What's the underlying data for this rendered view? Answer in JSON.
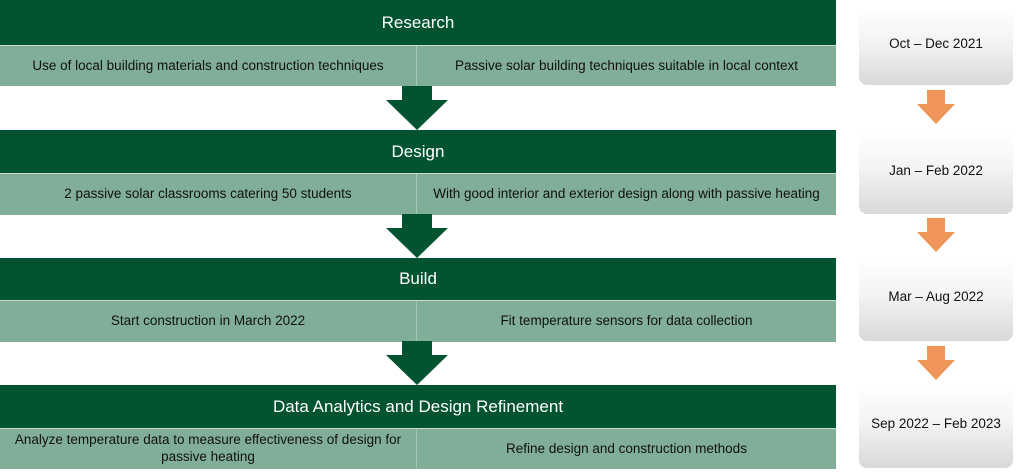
{
  "stages": [
    {
      "title": "Research",
      "left": "Use of local building materials and construction techniques",
      "right": "Passive solar building techniques suitable in local context",
      "date": "Oct – Dec 2021"
    },
    {
      "title": "Design",
      "left": "2 passive solar classrooms catering 50 students",
      "right": "With good interior and exterior design along with passive heating",
      "date": "Jan – Feb 2022"
    },
    {
      "title": "Build",
      "left": "Start construction in March 2022",
      "right": "Fit temperature sensors for data collection",
      "date": "Mar – Aug 2022"
    },
    {
      "title": "Data Analytics and Design Refinement",
      "left": "Analyze temperature data to measure effectiveness of design for passive heating",
      "right": "Refine design and construction methods",
      "date": "Sep 2022 – Feb 2023"
    }
  ],
  "colors": {
    "dark_green": "#025330",
    "light_green": "#80ae98",
    "orange": "#f0955a"
  }
}
